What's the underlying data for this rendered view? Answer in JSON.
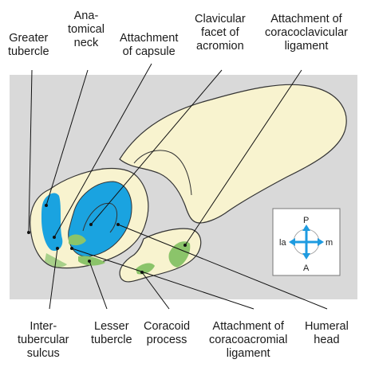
{
  "labels": {
    "greater_tubercle": [
      "Greater",
      "tubercle"
    ],
    "anatomical_neck": [
      "Ana-",
      "tomical",
      "neck"
    ],
    "attachment_capsule": [
      "Attachment",
      "of capsule"
    ],
    "clavicular_facet": [
      "Clavicular",
      "facet of",
      "acromion"
    ],
    "coracoclavicular": [
      "Attachment of",
      "coracoclavicular",
      "ligament"
    ],
    "intertubercular": [
      "Inter-",
      "tubercular",
      "sulcus"
    ],
    "lesser_tubercle": [
      "Lesser",
      "tubercle"
    ],
    "coracoid_process": [
      "Coracoid",
      "process"
    ],
    "coracoacromial": [
      "Attachment of",
      "coracoacromial",
      "ligament"
    ],
    "humeral_head": [
      "Humeral",
      "head"
    ]
  },
  "compass": {
    "top": "P",
    "bottom": "A",
    "left": "la",
    "right": "m"
  },
  "colors": {
    "background_panel": "#d9d9d9",
    "bone": "#f8f3cf",
    "cartilage": "#1aa3e0",
    "capsule_green": "#8bc46a",
    "compass_arrow": "#1e9be0"
  }
}
